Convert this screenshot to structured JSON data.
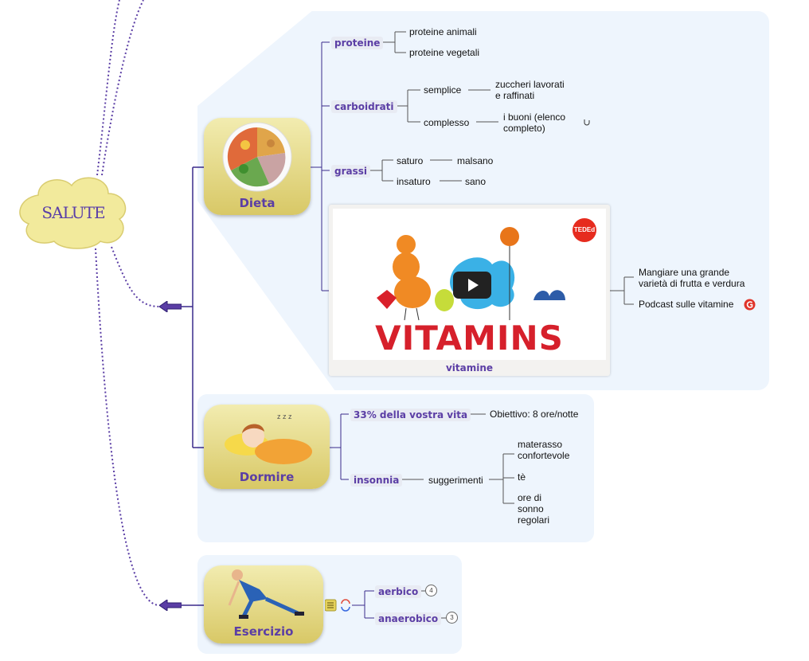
{
  "central": {
    "label": "SALUTE",
    "color": "#f2ea9c"
  },
  "colors": {
    "accent": "#5b3ea5",
    "connector": "#3a2a8c",
    "panel": "#eef5fd",
    "topic": "#e8dd8c"
  },
  "dieta": {
    "label": "Dieta",
    "icon": "food-plate-icon",
    "proteine": {
      "label": "proteine",
      "items": [
        "proteine animali",
        "proteine vegetali"
      ]
    },
    "carboidrati": {
      "label": "carboidrati",
      "semplice": "semplice",
      "semplice_leaf": [
        "zuccheri lavorati",
        "e raffinati"
      ],
      "complesso": "complesso",
      "complesso_leaf": [
        "i buoni (elenco",
        "completo)"
      ]
    },
    "grassi": {
      "label": "grassi",
      "saturo": "saturo",
      "saturo_leaf": "malsano",
      "insaturo": "insaturo",
      "insaturo_leaf": "sano"
    },
    "video": {
      "title": "VITAMINS",
      "badge": "TEDEd",
      "caption": "vitamine"
    },
    "vitamin_notes": [
      "Mangiare una grande",
      "varietà di frutta e verdura",
      "Podcast sulle vitamine"
    ]
  },
  "dormire": {
    "label": "Dormire",
    "icon": "sleeping-person-icon",
    "branch1": "33% della vostra vita",
    "branch1_leaf": "Obiettivo: 8 ore/notte",
    "branch2": "insonnia",
    "suggerimenti": "suggerimenti",
    "tips": [
      [
        "materasso",
        "confortevole"
      ],
      [
        "tè"
      ],
      [
        "ore di",
        "sonno",
        "regolari"
      ]
    ]
  },
  "esercizio": {
    "label": "Esercizio",
    "icon": "stretching-athlete-icon",
    "items": [
      {
        "label": "aerbico",
        "count": "4"
      },
      {
        "label": "anaerobico",
        "count": "3"
      }
    ]
  }
}
